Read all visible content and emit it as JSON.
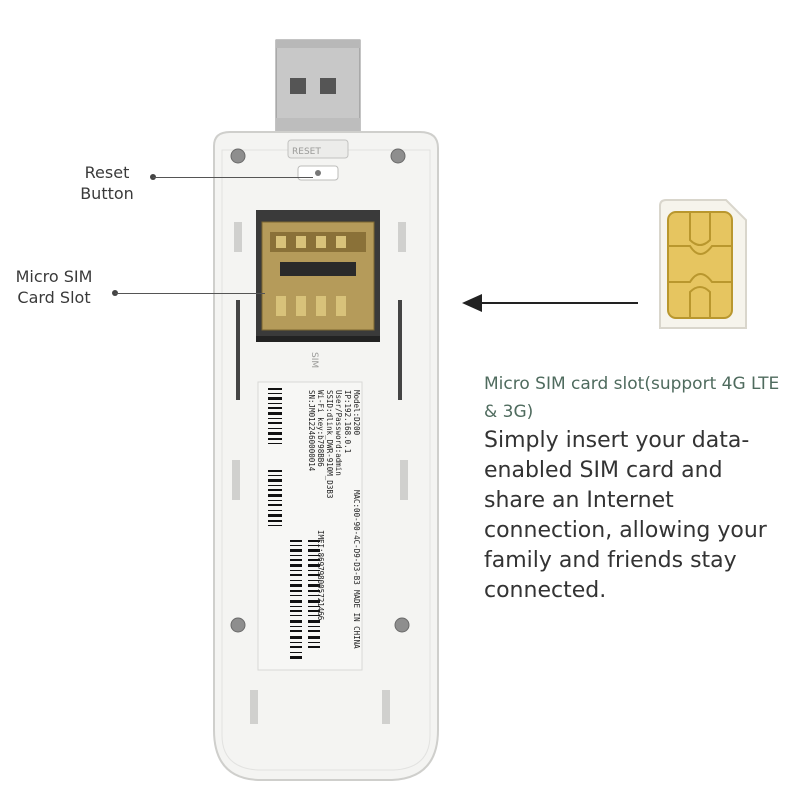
{
  "callouts": {
    "reset": {
      "line1": "Reset",
      "line2": "Button"
    },
    "sim_slot": {
      "line1": "Micro SIM",
      "line2": "Card Slot"
    }
  },
  "description": {
    "heading": "Micro SIM card slot(support 4G LTE & 3G)",
    "body": "Simply insert your data-enabled SIM card and share an Internet connection, allowing your family and friends stay connected."
  },
  "device_label": {
    "lines": [
      "Model:D200",
      "IP:192.168.0.1",
      "User/Password:admin",
      "SSID:dlink_DWR-910M_D3B3",
      "Wi-Fi key:b798BB6",
      "SN:JM0122460000014"
    ],
    "mac": "MAC:00-90-4C-D9-D3-B3",
    "imei": "IMEI:869798005721466",
    "origin": "MADE IN CHINA",
    "reset_mark": "RESET",
    "sim_mark": "SIM"
  },
  "colors": {
    "device_body": "#f4f4f2",
    "usb_metal": "#c9c9c9",
    "sim_gold": "#e6c560",
    "text_accent": "#4f6b5e"
  }
}
